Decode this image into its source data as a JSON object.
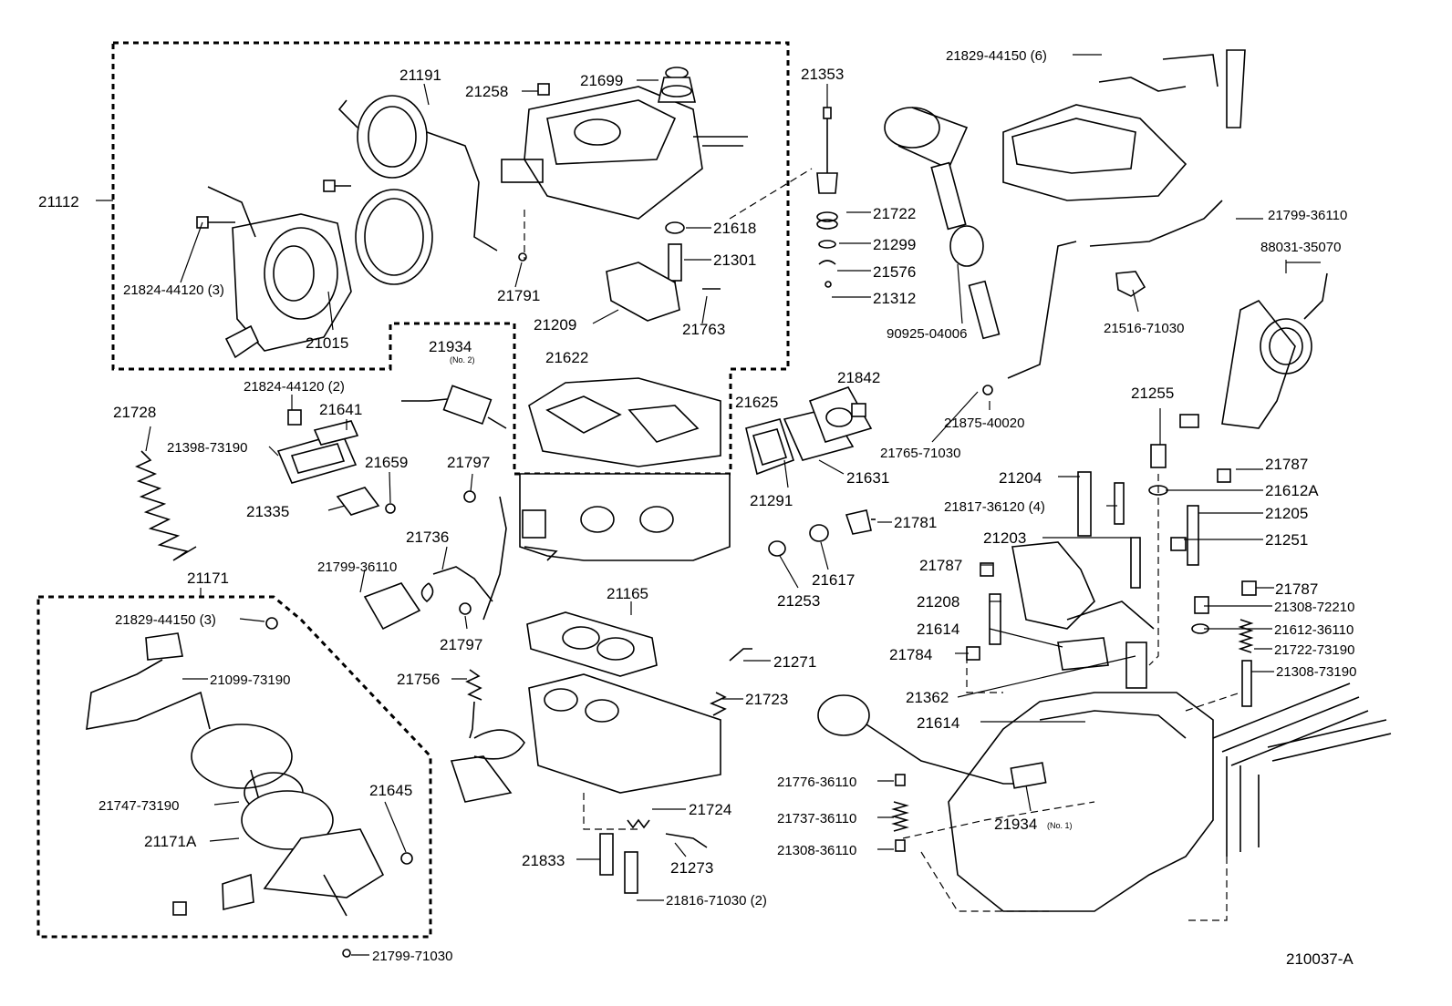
{
  "diagram_code": "210037-A",
  "labels": {
    "p21112": "21112",
    "p21191": "21191",
    "p21258": "21258",
    "p21699": "21699",
    "p21353": "21353",
    "p21829_44150_6": "21829-44150 (6)",
    "p21722": "21722",
    "p21618": "21618",
    "p21299": "21299",
    "p21301": "21301",
    "p21576": "21576",
    "p21312": "21312",
    "p21791": "21791",
    "p21209": "21209",
    "p21763": "21763",
    "p21824_44120_3": "21824-44120 (3)",
    "p21015": "21015",
    "p90925_04006": "90925-04006",
    "p21799_36110_a": "21799-36110",
    "p88031_35070": "88031-35070",
    "p21516_71030": "21516-71030",
    "p21934_a": "21934",
    "no2": "(No. 2)",
    "p21622": "21622",
    "p21842": "21842",
    "p21625": "21625",
    "p21875_40020": "21875-40020",
    "p21765_71030": "21765-71030",
    "p21255": "21255",
    "p21824_44120_2": "21824-44120 (2)",
    "p21641": "21641",
    "p21728": "21728",
    "p21398_73190": "21398-73190",
    "p21659": "21659",
    "p21797_a": "21797",
    "p21631": "21631",
    "p21291": "21291",
    "p21204": "21204",
    "p21787_a": "21787",
    "p21612A": "21612A",
    "p21817_36120_4": "21817-36120 (4)",
    "p21205": "21205",
    "p21335": "21335",
    "p21781": "21781",
    "p21736": "21736",
    "p21203": "21203",
    "p21251": "21251",
    "p21799_36110_b": "21799-36110",
    "p21617": "21617",
    "p21787_b": "21787",
    "p21171": "21171",
    "p21253": "21253",
    "p21787_c": "21787",
    "p21165": "21165",
    "p21208": "21208",
    "p21308_72210": "21308-72210",
    "p21829_44150_3": "21829-44150 (3)",
    "p21614_a": "21614",
    "p21612_36110": "21612-36110",
    "p21797_b": "21797",
    "p21271": "21271",
    "p21784": "21784",
    "p21722_73190": "21722-73190",
    "p21099_73190": "21099-73190",
    "p21756": "21756",
    "p21308_73190": "21308-73190",
    "p21362": "21362",
    "p21723": "21723",
    "p21614_b": "21614",
    "p21776_36110": "21776-36110",
    "p21747_73190": "21747-73190",
    "p21645": "21645",
    "p21724": "21724",
    "p21737_36110": "21737-36110",
    "p21934_b": "21934",
    "no1": "(No. 1)",
    "p21171A": "21171A",
    "p21308_36110": "21308-36110",
    "p21833": "21833",
    "p21273": "21273",
    "p21816_71030_2": "21816-71030 (2)",
    "p21799_71030": "21799-71030"
  }
}
